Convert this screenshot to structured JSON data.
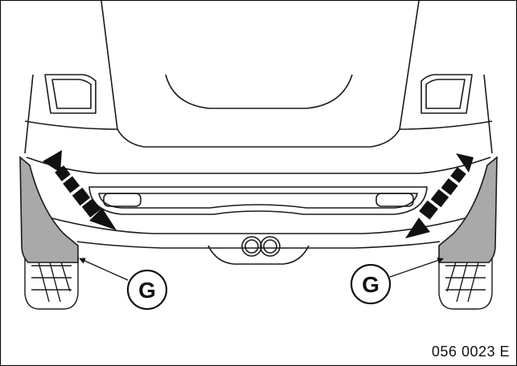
{
  "callouts": {
    "left_label": "G",
    "right_label": "G"
  },
  "figure_code": "056 0023 E",
  "colors": {
    "line": "#1a1a1a",
    "mudflap": "#a9a9a9",
    "arrow": "#111111",
    "background": "#ffffff"
  },
  "icons": {
    "movement_arrow": "double-headed-dashed-arrow",
    "callout": "circle-letter"
  }
}
